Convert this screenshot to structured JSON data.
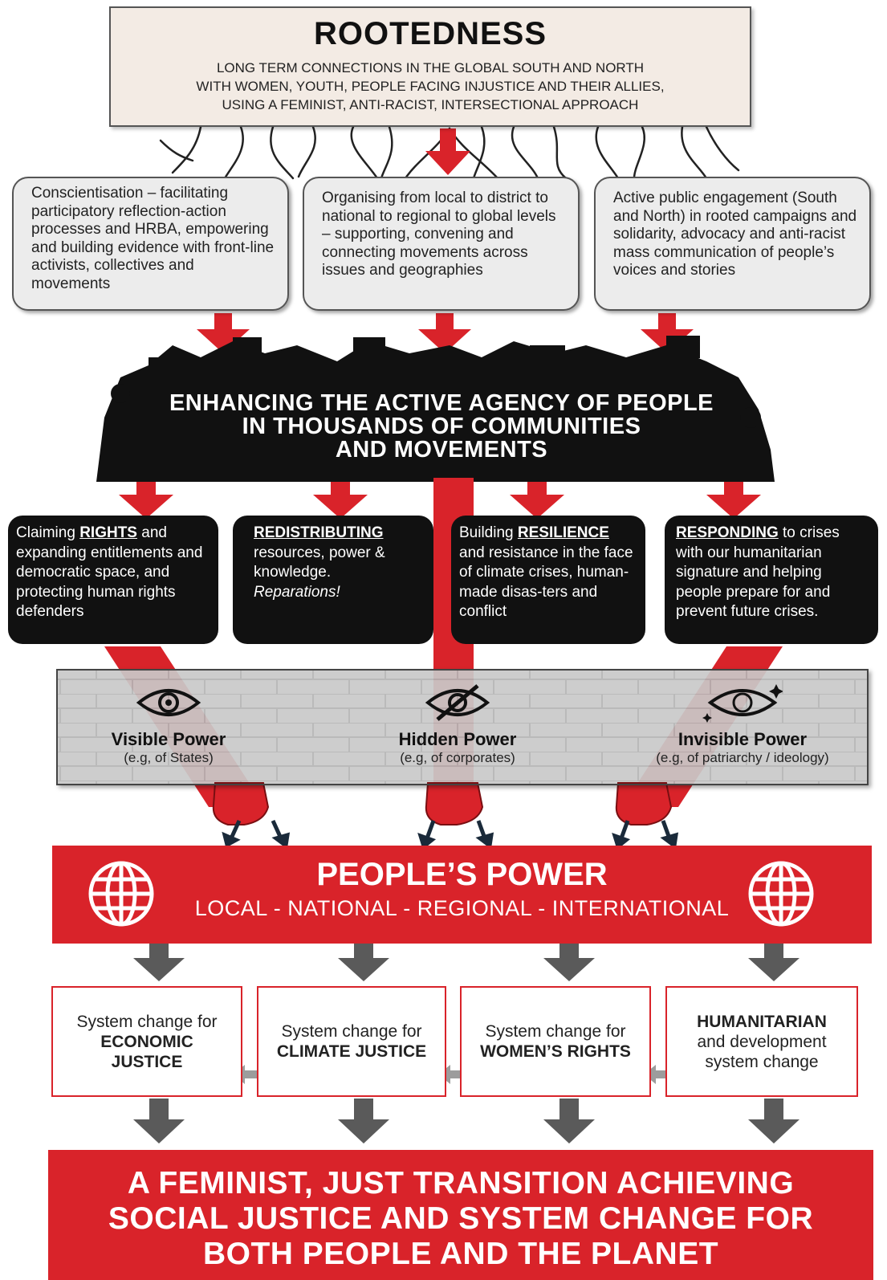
{
  "rootedness": {
    "title": "ROOTEDNESS",
    "line1": "LONG TERM CONNECTIONS IN THE GLOBAL SOUTH AND NORTH",
    "line2": "WITH WOMEN, YOUTH, PEOPLE FACING INJUSTICE AND THEIR ALLIES,",
    "line3": "USING A FEMINIST, ANTI-RACIST, INTERSECTIONAL APPROACH"
  },
  "approaches": [
    {
      "text": "Conscientisation – facilitating participatory reflection-action processes and HRBA, empowering and building evidence with front-line activists, collectives and movements"
    },
    {
      "text": "Organising from local to district to national to regional to global levels – supporting, convening and connecting movements across issues and geographies"
    },
    {
      "text": "Active public engagement (South and North) in rooted campaigns and solidarity, advocacy and anti-racist mass communication of people’s voices and stories"
    }
  ],
  "agency": {
    "line1": "ENHANCING THE ACTIVE AGENCY OF PEOPLE",
    "line2": "IN THOUSANDS OF COMMUNITIES",
    "line3": "AND MOVEMENTS"
  },
  "strategies": [
    {
      "pre": "Claiming ",
      "key": "RIGHTS",
      "post": " and expanding entitlements and democratic space, and protecting human rights defenders"
    },
    {
      "pre": "",
      "key": "REDISTRIBUTING",
      "post": " resources, power & knowledge.",
      "extra": "Reparations!"
    },
    {
      "pre": "Building ",
      "key": "RESILIENCE",
      "post": " and resistance in the face of climate crises, human-made disas-ters and conflict"
    },
    {
      "pre": "",
      "key": "RESPONDING",
      "post": " to crises with our humanitarian signature and helping people prepare for and prevent future crises."
    }
  ],
  "powers": [
    {
      "title": "Visible Power",
      "sub": "(e.g, of States)",
      "icon": "eye-icon"
    },
    {
      "title": "Hidden Power",
      "sub": "(e.g, of corporates)",
      "icon": "eye-slash-icon"
    },
    {
      "title": "Invisible Power",
      "sub": "(e.g, of patriarchy / ideology)",
      "icon": "sparkle-eye-icon"
    }
  ],
  "peoples_power": {
    "title": "PEOPLE’S POWER",
    "levels": "LOCAL - NATIONAL - REGIONAL - INTERNATIONAL",
    "icon": "globe-icon"
  },
  "system_changes": [
    {
      "line1": "System change for",
      "line2": "ECONOMIC",
      "line3": "JUSTICE"
    },
    {
      "line1": "System change for",
      "line2": "CLIMATE JUSTICE",
      "line3": ""
    },
    {
      "line1": "System change for",
      "line2": "WOMEN’S RIGHTS",
      "line3": ""
    },
    {
      "line1": "HUMANITARIAN",
      "line2": "and development",
      "line3": "system change"
    }
  ],
  "goal": {
    "line1": "A FEMINIST, JUST TRANSITION ACHIEVING",
    "line2": "SOCIAL JUSTICE AND SYSTEM CHANGE FOR",
    "line3": "BOTH PEOPLE AND THE PLANET"
  },
  "colors": {
    "red": "#d9232a",
    "grey_arrow": "#5a5a5a",
    "black": "#111111",
    "wall": "#c9c9c9"
  }
}
